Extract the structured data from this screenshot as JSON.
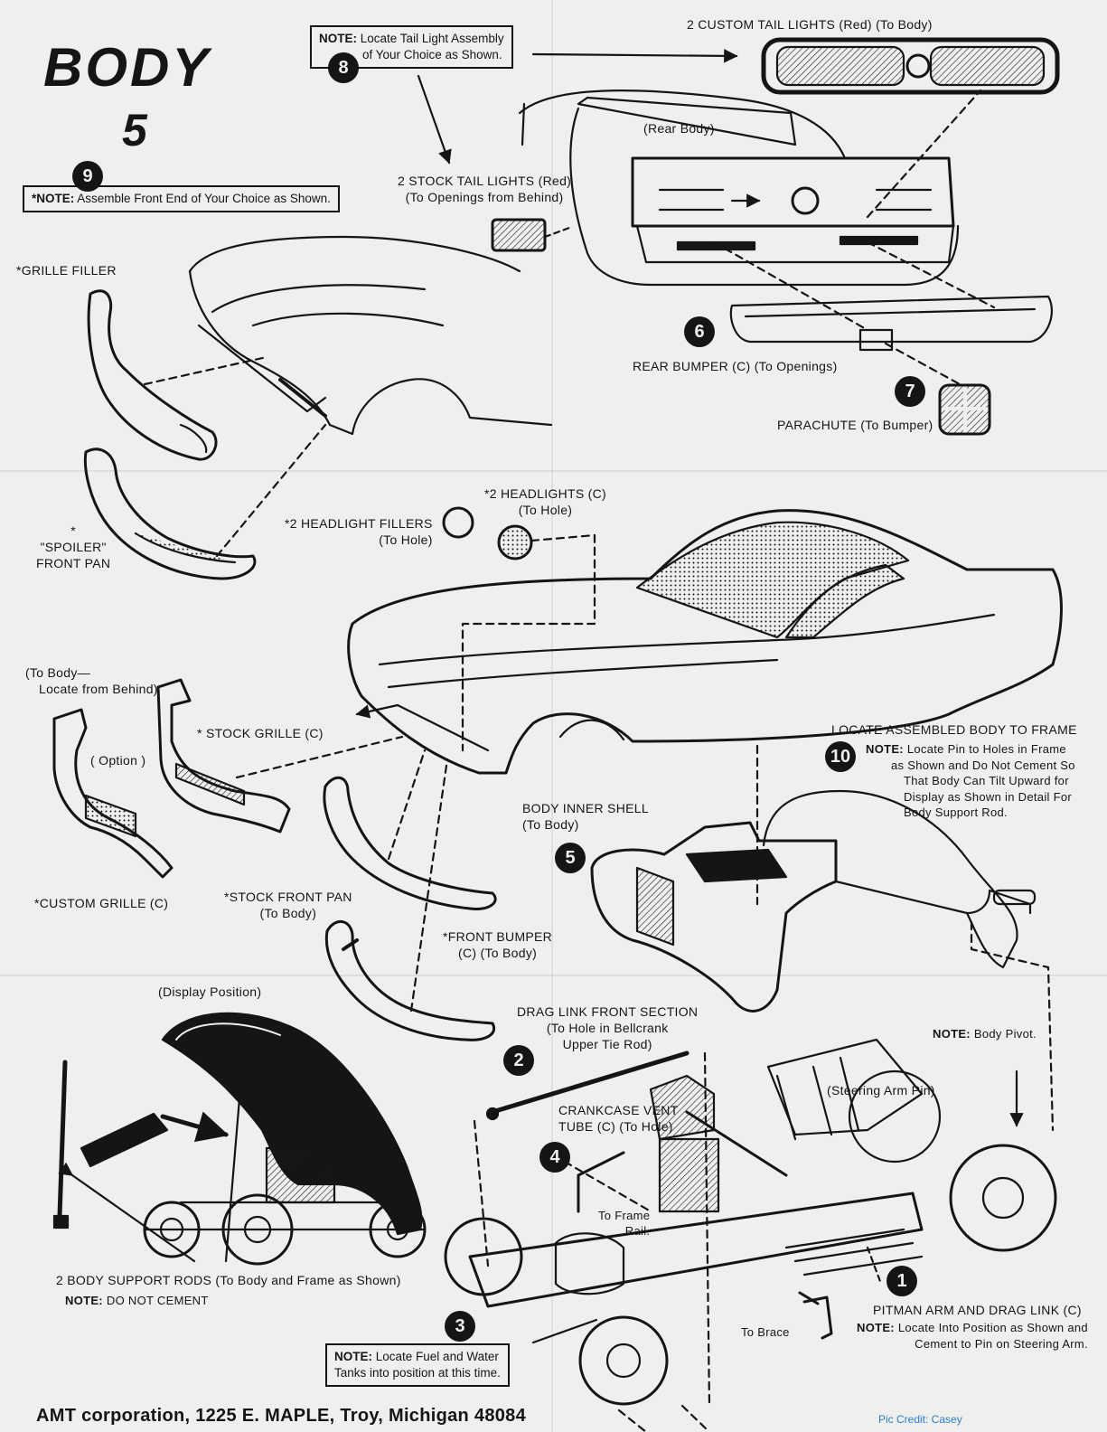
{
  "title": {
    "word": "BODY",
    "number": "5"
  },
  "steps": [
    "1",
    "2",
    "3",
    "4",
    "5",
    "6",
    "7",
    "8",
    "9",
    "10"
  ],
  "notes": {
    "note_label": "NOTE:",
    "star_note_label": "*NOTE:",
    "step8_line1": "Locate Tail Light Assembly",
    "step8_line2": "of Your Choice as Shown.",
    "step9": "Assemble Front End of Your Choice as Shown.",
    "step10_line1": "Locate Pin to Holes in Frame",
    "step10_line2": "as Shown and Do Not Cement So",
    "step10_line3": "That Body Can Tilt Upward for",
    "step10_line4": "Display as Shown in Detail For",
    "step10_line5": "Body Support Rod.",
    "body_pivot": "Body Pivot.",
    "support_rods": "DO NOT CEMENT",
    "step3_line1": "Locate Fuel and Water",
    "step3_line2": "Tanks into position at this time.",
    "step1_line1": "Locate Into Position as Shown and",
    "step1_line2": "Cement to Pin on Steering Arm."
  },
  "labels": {
    "custom_tail_lights": "2 CUSTOM TAIL LIGHTS (Red) (To Body)",
    "rear_body": "(Rear Body)",
    "stock_tail_lights_1": "2 STOCK TAIL LIGHTS (Red)",
    "stock_tail_lights_2": "(To Openings from Behind)",
    "grille_filler": "*GRILLE FILLER",
    "rear_bumper": "REAR BUMPER (C) (To Openings)",
    "parachute": "PARACHUTE (To Bumper)",
    "spoiler_1": "*",
    "spoiler_2": "\"SPOILER\"",
    "spoiler_3": "FRONT PAN",
    "headlights_1": "*2 HEADLIGHTS (C)",
    "headlights_2": "(To Hole)",
    "headlight_fillers_1": "*2 HEADLIGHT FILLERS",
    "headlight_fillers_2": "(To Hole)",
    "to_body_1": "(To Body—",
    "to_body_2": "Locate from Behind)",
    "option": "( Option )",
    "stock_grille": "* STOCK GRILLE (C)",
    "locate_body": "LOCATE ASSEMBLED BODY TO FRAME",
    "inner_shell_1": "BODY INNER SHELL",
    "inner_shell_2": "(To Body)",
    "custom_grille": "*CUSTOM GRILLE (C)",
    "stock_front_pan_1": "*STOCK FRONT PAN",
    "stock_front_pan_2": "(To Body)",
    "front_bumper_1": "*FRONT BUMPER",
    "front_bumper_2": "(C) (To Body)",
    "display_position": "(Display Position)",
    "drag_link_1": "DRAG LINK FRONT SECTION",
    "drag_link_2": "(To Hole in Bellcrank",
    "drag_link_3": "Upper Tie Rod)",
    "steering_arm_pin": "(Steering Arm Pin)",
    "crankcase_1": "CRANKCASE VENT",
    "crankcase_2": "TUBE (C) (To Hole)",
    "to_frame_1": "To Frame",
    "to_frame_2": "Rail.",
    "support_rods": "2 BODY SUPPORT RODS (To Body and Frame as Shown)",
    "pitman": "PITMAN ARM AND DRAG LINK (C)",
    "to_brace": "To Brace"
  },
  "footer": "AMT corporation, 1225 E. MAPLE, Troy, Michigan 48084",
  "credit": "Pic Credit:  Casey",
  "colors": {
    "ink": "#151515",
    "paper": "#efefed",
    "credit": "#2b7fc9"
  }
}
